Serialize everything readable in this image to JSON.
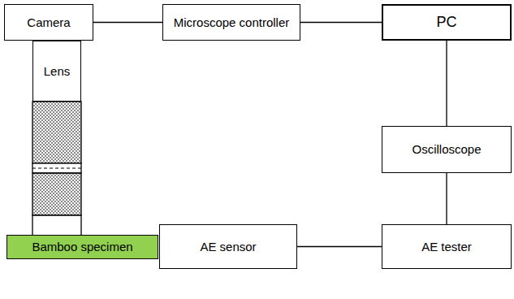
{
  "diagram": {
    "nodes": [
      {
        "text": [
          "Camera"
        ]
      },
      {
        "text": [
          "Lens"
        ]
      },
      {
        "text": [
          "Microscope controller"
        ]
      },
      {
        "text": [
          "PC"
        ]
      },
      {
        "text": [
          "Oscilloscope"
        ]
      },
      {
        "text": [
          "Bamboo specimen"
        ]
      },
      {
        "text": [
          "AE sensor"
        ]
      },
      {
        "text": [
          "AE tester"
        ]
      }
    ],
    "edges": [
      {
        "from": 0,
        "to": 2,
        "arrow": "none"
      },
      {
        "from": 2,
        "to": 3,
        "arrow": "none"
      },
      {
        "from": 3,
        "to": 4,
        "arrow": "none"
      },
      {
        "from": 4,
        "to": 7,
        "arrow": "none"
      },
      {
        "from": 7,
        "to": 6,
        "arrow": "none"
      }
    ]
  }
}
